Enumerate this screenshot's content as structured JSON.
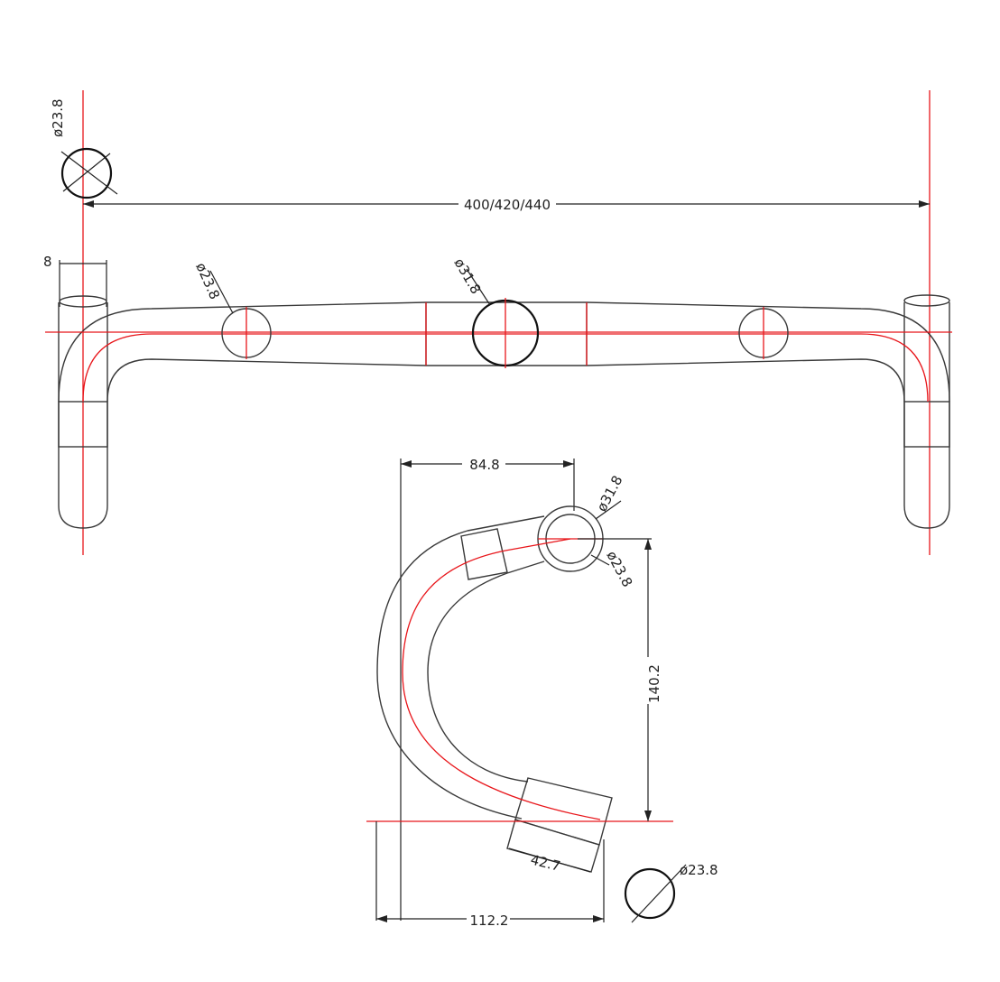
{
  "colors": {
    "outline": "#3a3a3a",
    "centerline": "#e8161b",
    "dimension": "#222222"
  },
  "labels": {
    "width_dim": "400/420/440",
    "clamp_dia_top": "ø31.8",
    "bar_dia_left": "ø23.8",
    "grip_dia_topleft": "ø23.8",
    "reach_dim": "84.8",
    "drop_dim": "140.2",
    "end_dim": "42.7",
    "bottom_dim": "112.2",
    "clamp_dia_side": "ø31.8",
    "bar_dia_side": "ø23.8",
    "grip_dia_bottom": "ø23.8",
    "partial_left": "8"
  }
}
